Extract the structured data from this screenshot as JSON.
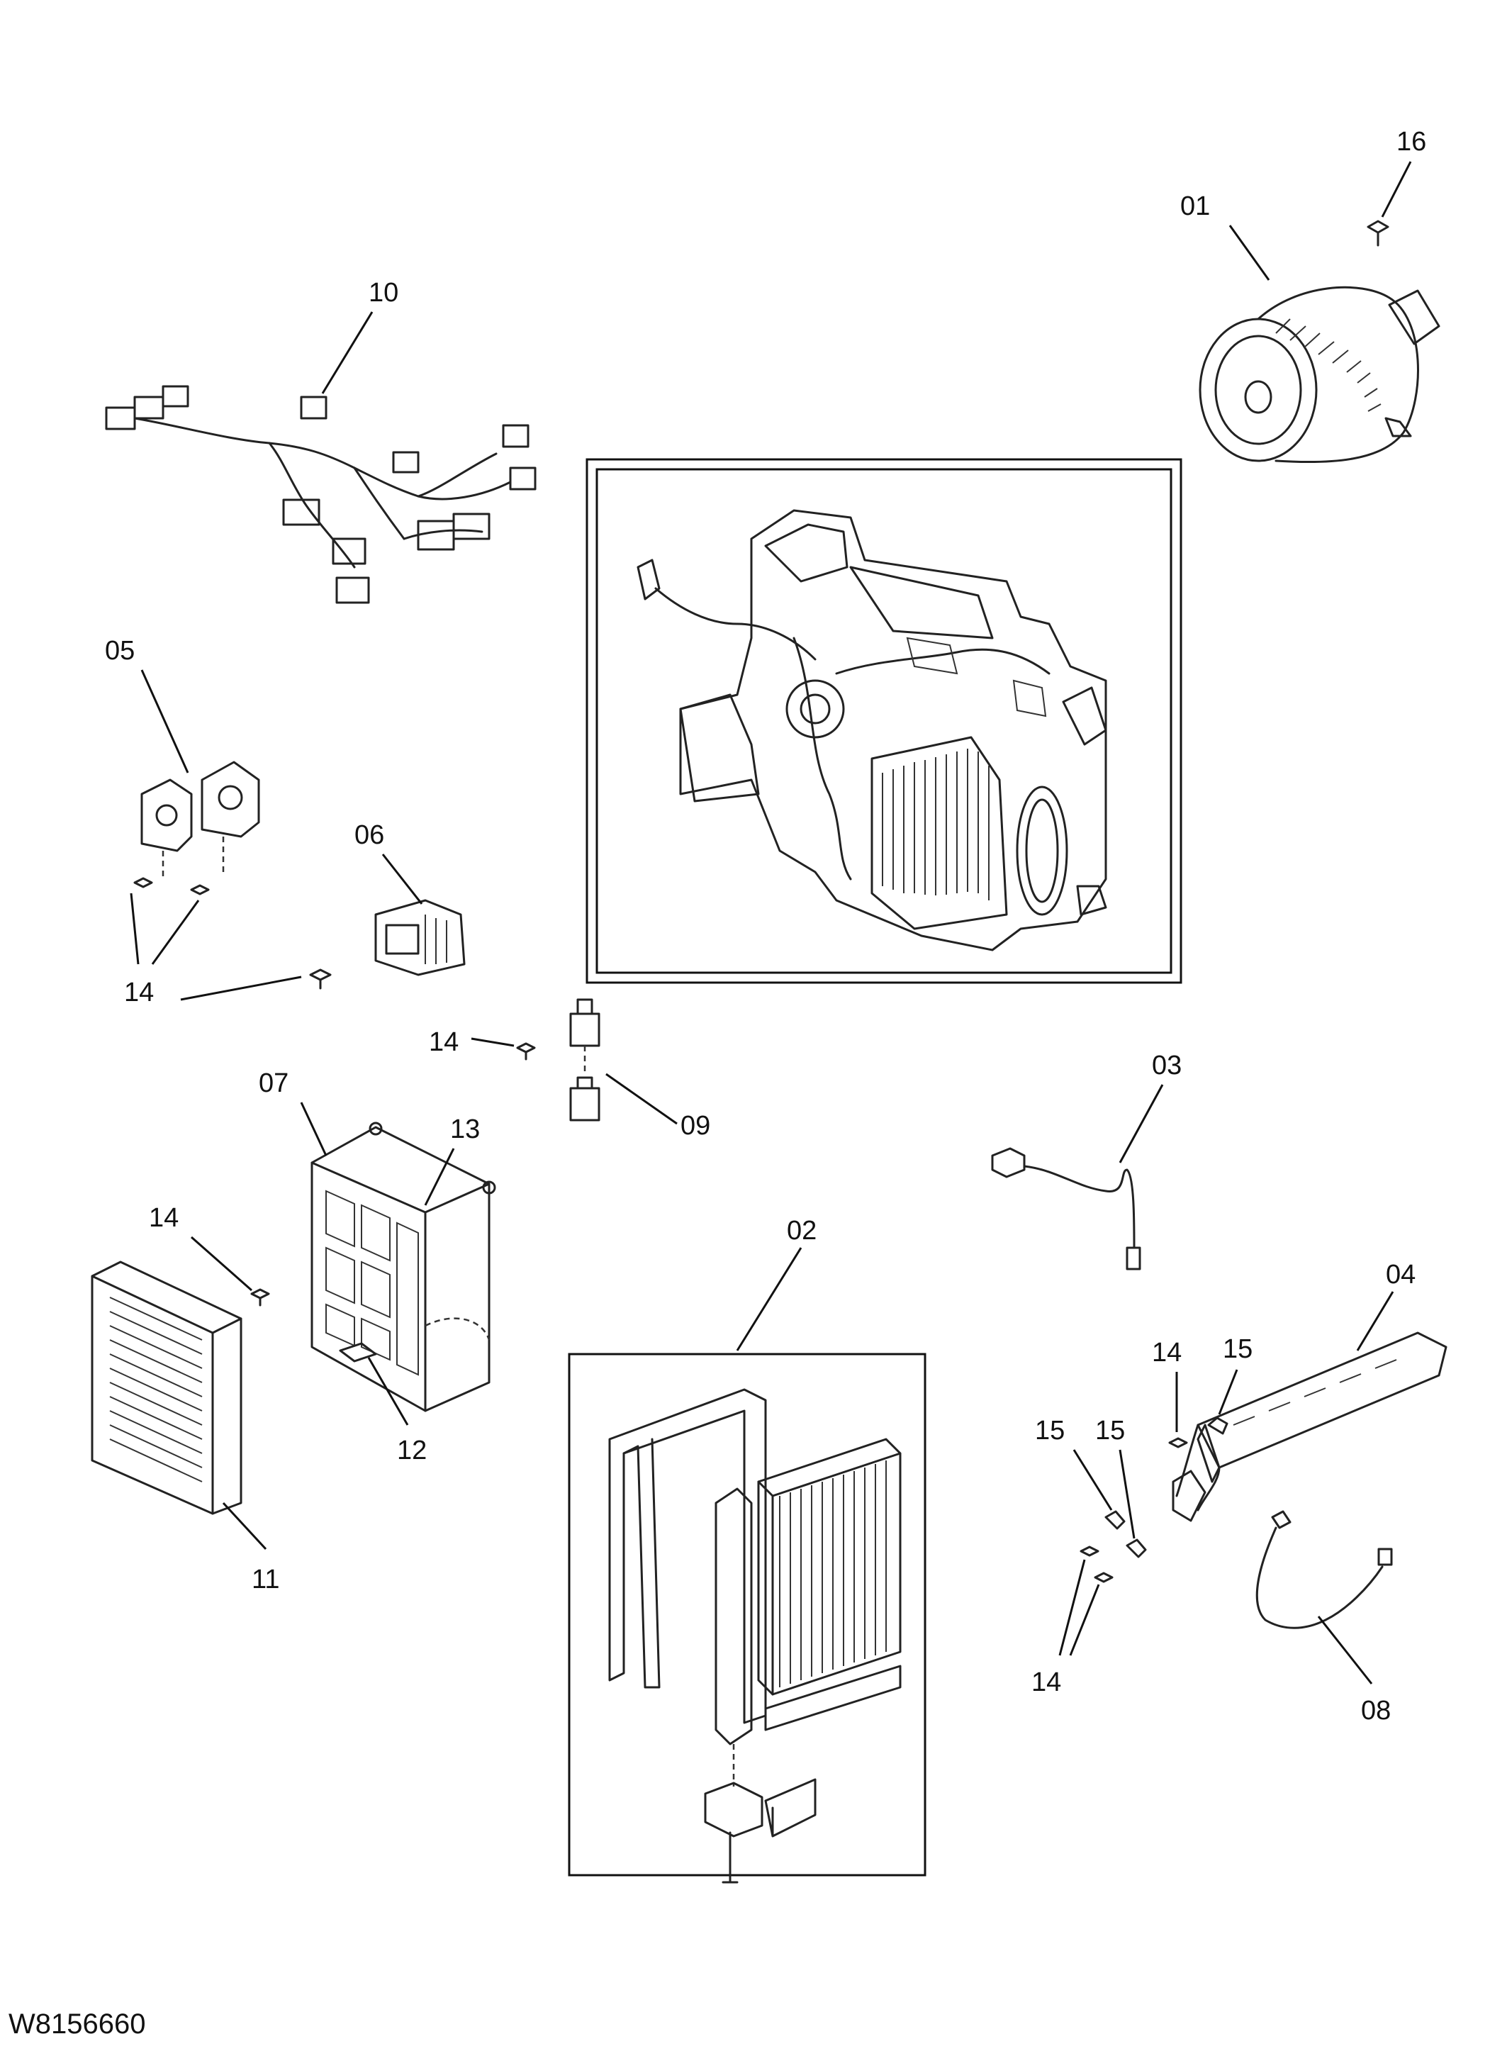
{
  "reference_code": "W8156660",
  "callouts": {
    "c01": "01",
    "c02": "02",
    "c03": "03",
    "c04": "04",
    "c05": "05",
    "c06": "06",
    "c07": "07",
    "c08": "08",
    "c09": "09",
    "c10": "10",
    "c11": "11",
    "c12": "12",
    "c13": "13",
    "c14a": "14",
    "c14b": "14",
    "c14c": "14",
    "c14d": "14",
    "c14e": "14",
    "c15a": "15",
    "c15b": "15",
    "c15c": "15",
    "c16": "16"
  }
}
